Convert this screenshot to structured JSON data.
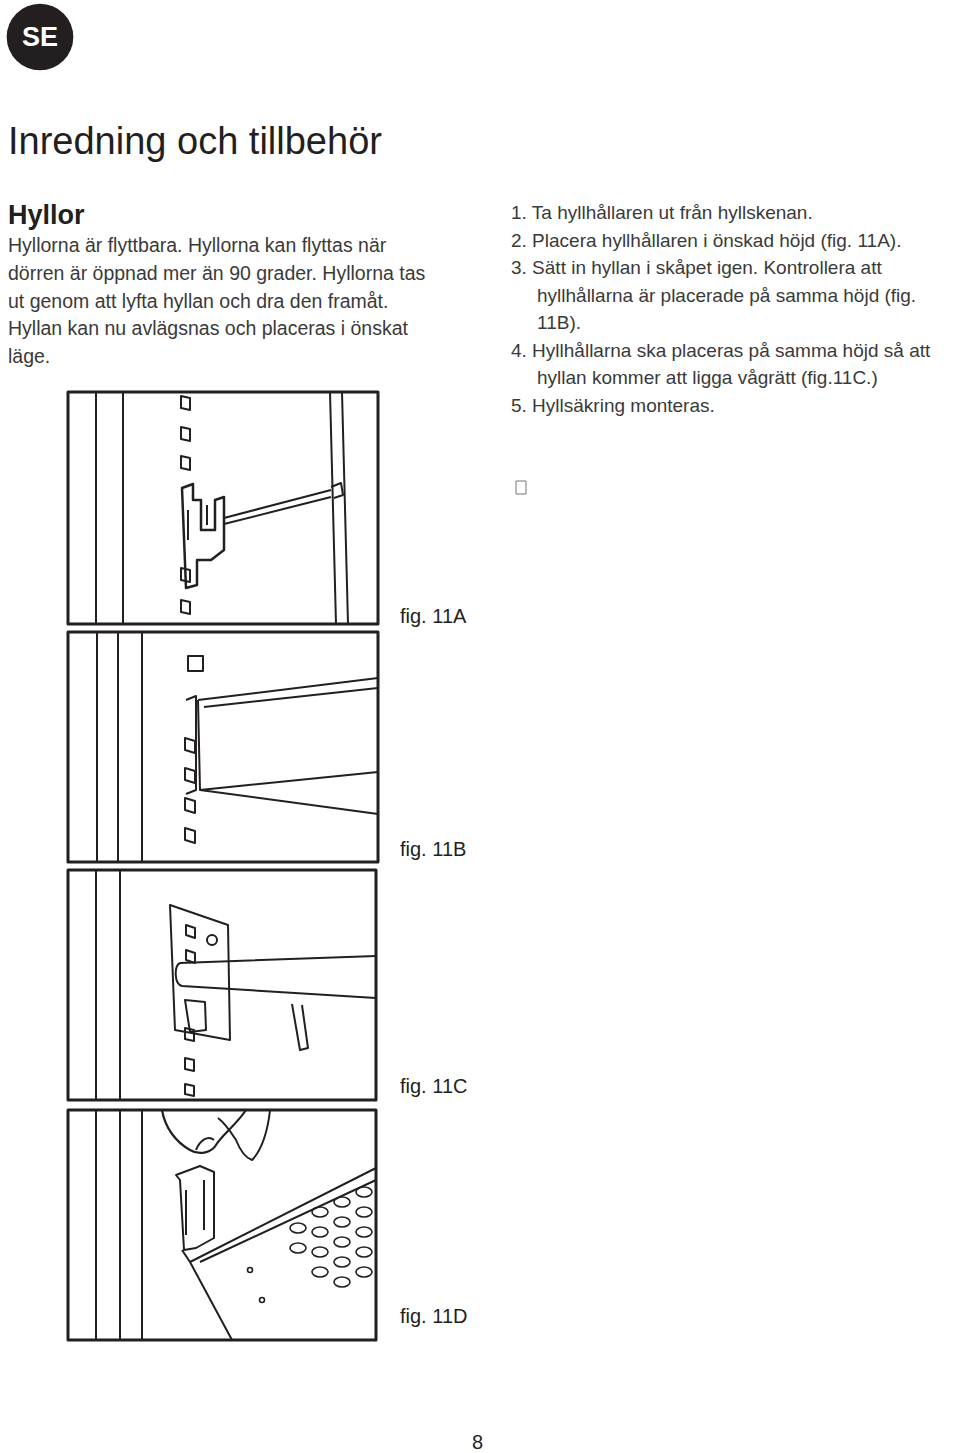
{
  "diagram": {
    "title": "Inredning och tillbehör",
    "nodes": [
      {
        "text": [
          "SE"
        ]
      }
    ],
    "labels": [
      "Hyllor",
      "Hyllorna är flyttbara. Hyllorna kan flyttas när dörren är öppnad mer än 90 grader. Hyllorna tas ut genom att lyfta hyllan och dra den framåt. Hyllan kan nu avlägsnas och placeras i önskat läge.",
      "1. Ta hyllhållaren ut från hyllskenan.",
      "2. Placera hyllhållaren i önskad höjd (fig. 11A).",
      "3. Sätt in hyllan i skåpet igen. Kontrollera att hyllhållarna är placerade på samma höjd (fig. 11B).",
      "4. Hyllhållarna ska placeras på samma höjd så att hyllan kommer att ligga vågrätt (fig.11C.)",
      "5. Hyllsäkring monteras.",
      "fig. 11A",
      "fig. 11B",
      "fig. 11C",
      "fig. 11D",
      "8"
    ]
  }
}
